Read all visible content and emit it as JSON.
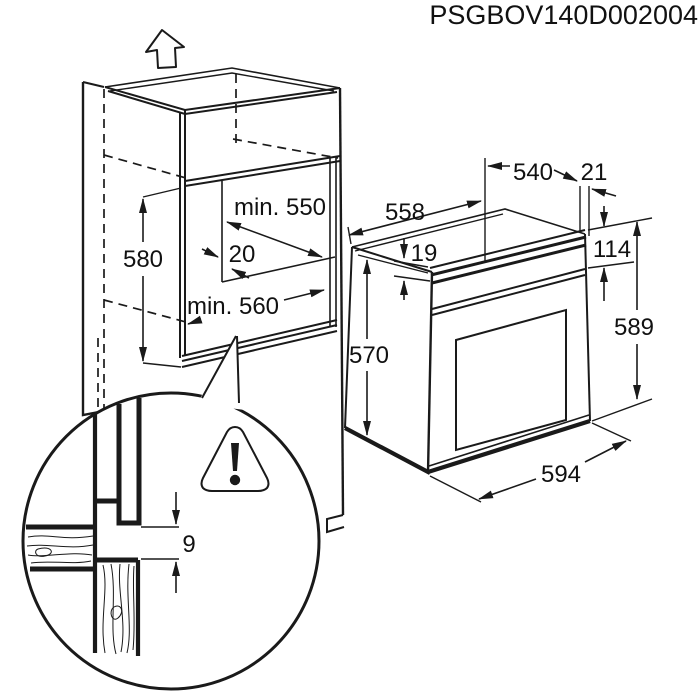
{
  "title": "PSGBOV140D002004",
  "colors": {
    "line": "#1a1a1a",
    "background": "#ffffff"
  },
  "cabinet": {
    "niche_height": "580",
    "niche_depth_top": "min. 550",
    "rear_gap": "20",
    "niche_depth_bottom": "min. 560"
  },
  "oven": {
    "depth_total": "558",
    "depth_body": "540",
    "handle_protrusion": "21",
    "top_recess": "19",
    "control_panel_height": "114",
    "height_total": "589",
    "height_front": "570",
    "width": "594"
  },
  "detail": {
    "clearance_gap": "9"
  }
}
